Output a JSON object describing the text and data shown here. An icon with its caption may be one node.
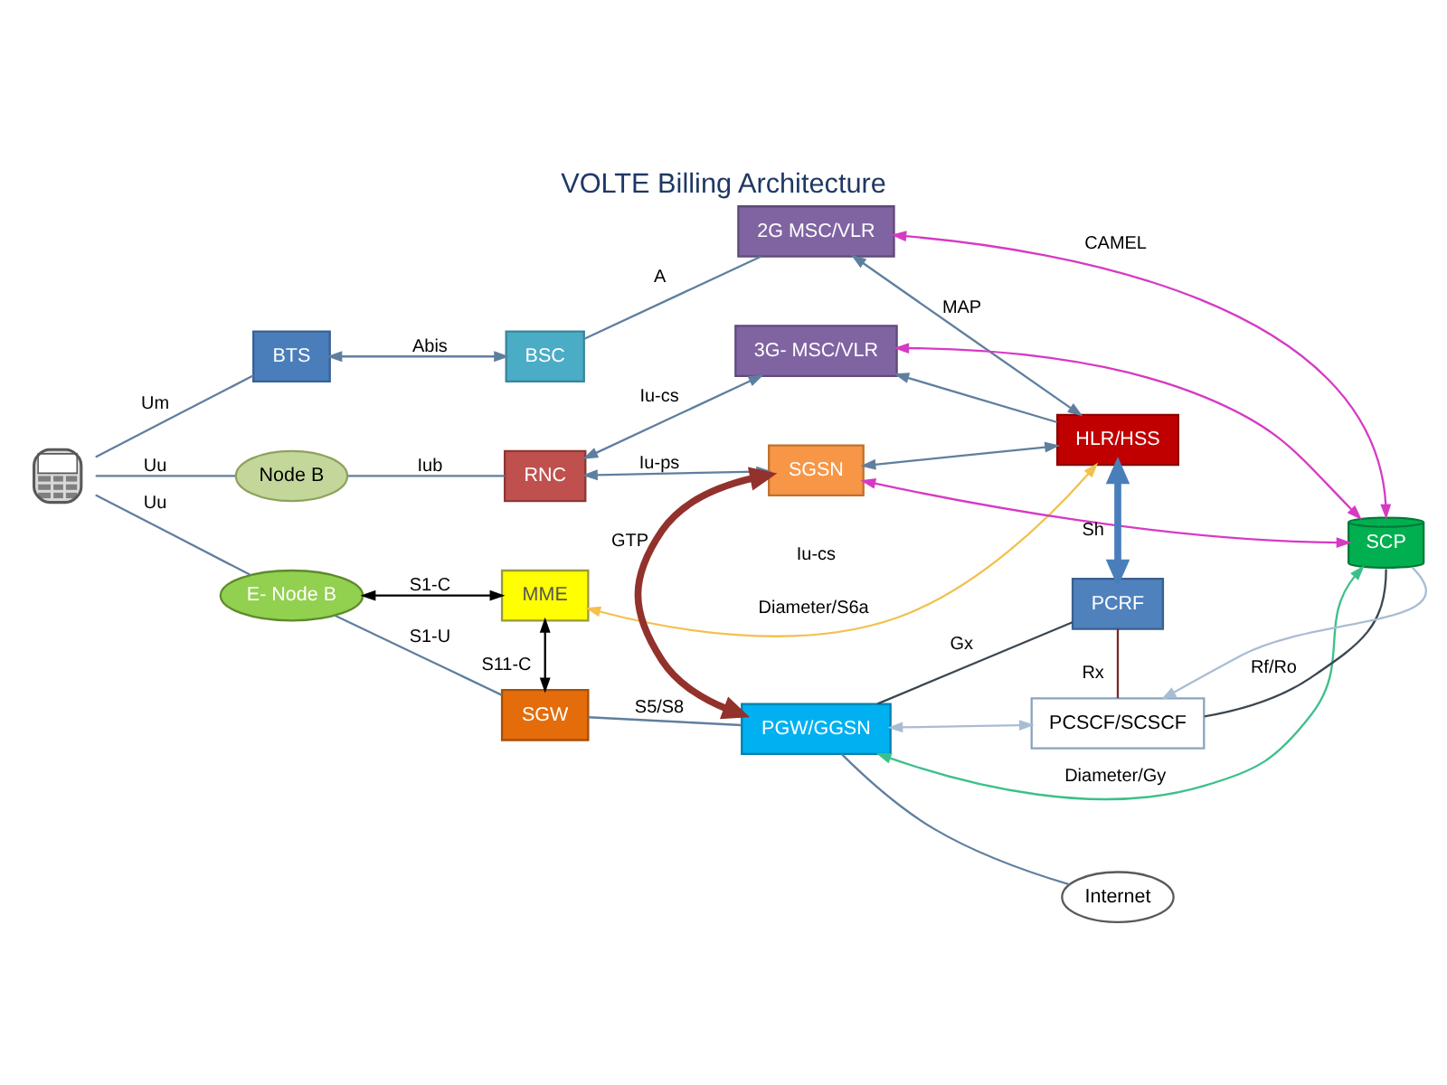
{
  "diagram": {
    "title": "VOLTE Billing Architecture",
    "nodes": [
      {
        "text": [
          "BTS"
        ]
      },
      {
        "text": [
          "BSC"
        ]
      },
      {
        "text": [
          "2G MSC/VLR"
        ]
      },
      {
        "text": [
          "HLR/HSS"
        ]
      },
      {
        "text": [
          "SGSN"
        ]
      },
      {
        "text": [
          "SCP"
        ]
      },
      {
        "text": [],
        "shape": "picture"
      },
      {
        "text": [
          "Node B"
        ]
      },
      {
        "text": [
          "RNC"
        ]
      },
      {
        "text": [
          "3G- MSC/VLR"
        ]
      },
      {
        "text": [
          "PCRF"
        ]
      },
      {
        "text": [
          "MME"
        ]
      },
      {
        "text": [
          "PCSCF/SCSCF"
        ]
      },
      {
        "text": [
          "E- Node B"
        ]
      },
      {
        "text": [
          "SGW"
        ]
      },
      {
        "text": [
          "PGW/GGSN"
        ]
      },
      {
        "text": [
          "Internet"
        ]
      }
    ],
    "edges": [
      {
        "from": 6,
        "to": 0,
        "arrow": "none",
        "label": "Um"
      },
      {
        "from": 0,
        "to": 1,
        "arrow": "both",
        "label": "Abis"
      },
      {
        "from": 1,
        "to": 2,
        "arrow": "none",
        "label": "A"
      },
      {
        "from": 6,
        "to": 7,
        "arrow": "none",
        "label": "Uu"
      },
      {
        "from": 7,
        "to": 8,
        "arrow": "none",
        "label": "Iub"
      },
      {
        "from": 8,
        "to": 4,
        "arrow": "both",
        "label": "Iu-ps"
      },
      {
        "from": 8,
        "to": 9,
        "arrow": "both",
        "label": "Iu-cs"
      },
      {
        "from": 6,
        "to": 13,
        "arrow": "none",
        "label": "Uu"
      },
      {
        "from": 2,
        "to": 3,
        "arrow": "both",
        "label": "MAP"
      },
      {
        "from": 4,
        "to": 3,
        "arrow": "both"
      },
      {
        "from": 3,
        "to": 9,
        "arrow": "to"
      },
      {
        "from": 5,
        "to": 2,
        "arrow": "both",
        "label": "CAMEL",
        "color": "#d63ac4"
      },
      {
        "from": 5,
        "to": 4,
        "arrow": "both",
        "color": "#d63ac4"
      },
      {
        "from": 5,
        "to": 9,
        "arrow": "both",
        "color": "#d63ac4"
      },
      {
        "from": 15,
        "to": 4,
        "arrow": "both",
        "label": "GTP",
        "style": "thick",
        "color": "#93312c"
      },
      {
        "from": 11,
        "to": 3,
        "arrow": "both",
        "label": "Diameter/S6a",
        "color": "#f2c14e"
      },
      {
        "from": 3,
        "to": 10,
        "arrow": "both",
        "label": "Sh",
        "style": "thick",
        "color": "#4a7ebb"
      },
      {
        "from": 10,
        "to": 15,
        "arrow": "none",
        "label": "Gx",
        "color": "#3b4650"
      },
      {
        "from": 10,
        "to": 12,
        "arrow": "none",
        "label": "Rx",
        "color": "#7a2a2a"
      },
      {
        "from": 5,
        "to": 15,
        "arrow": "both",
        "label": "Diameter/Gy",
        "color": "#3cc08a"
      },
      {
        "from": 5,
        "to": 12,
        "arrow": "none",
        "label": "Rf/Ro",
        "color": "#3b4650"
      },
      {
        "from": 5,
        "to": 12,
        "arrow": "to",
        "color": "#a9bdd2"
      },
      {
        "from": 12,
        "to": 15,
        "arrow": "both",
        "color": "#a9bdd2"
      },
      {
        "from": 15,
        "to": 16,
        "arrow": "none"
      },
      {
        "from": 11,
        "to": 13,
        "arrow": "both",
        "label": "S1-C",
        "color": "#000000"
      },
      {
        "from": 11,
        "to": 14,
        "arrow": "both",
        "label": "S11-C",
        "color": "#000000"
      },
      {
        "from": 13,
        "to": 14,
        "arrow": "none",
        "label": "S1-U"
      },
      {
        "from": 14,
        "to": 15,
        "arrow": "none",
        "label": "S5/S8"
      }
    ],
    "labels": [
      "Iu-cs"
    ]
  }
}
